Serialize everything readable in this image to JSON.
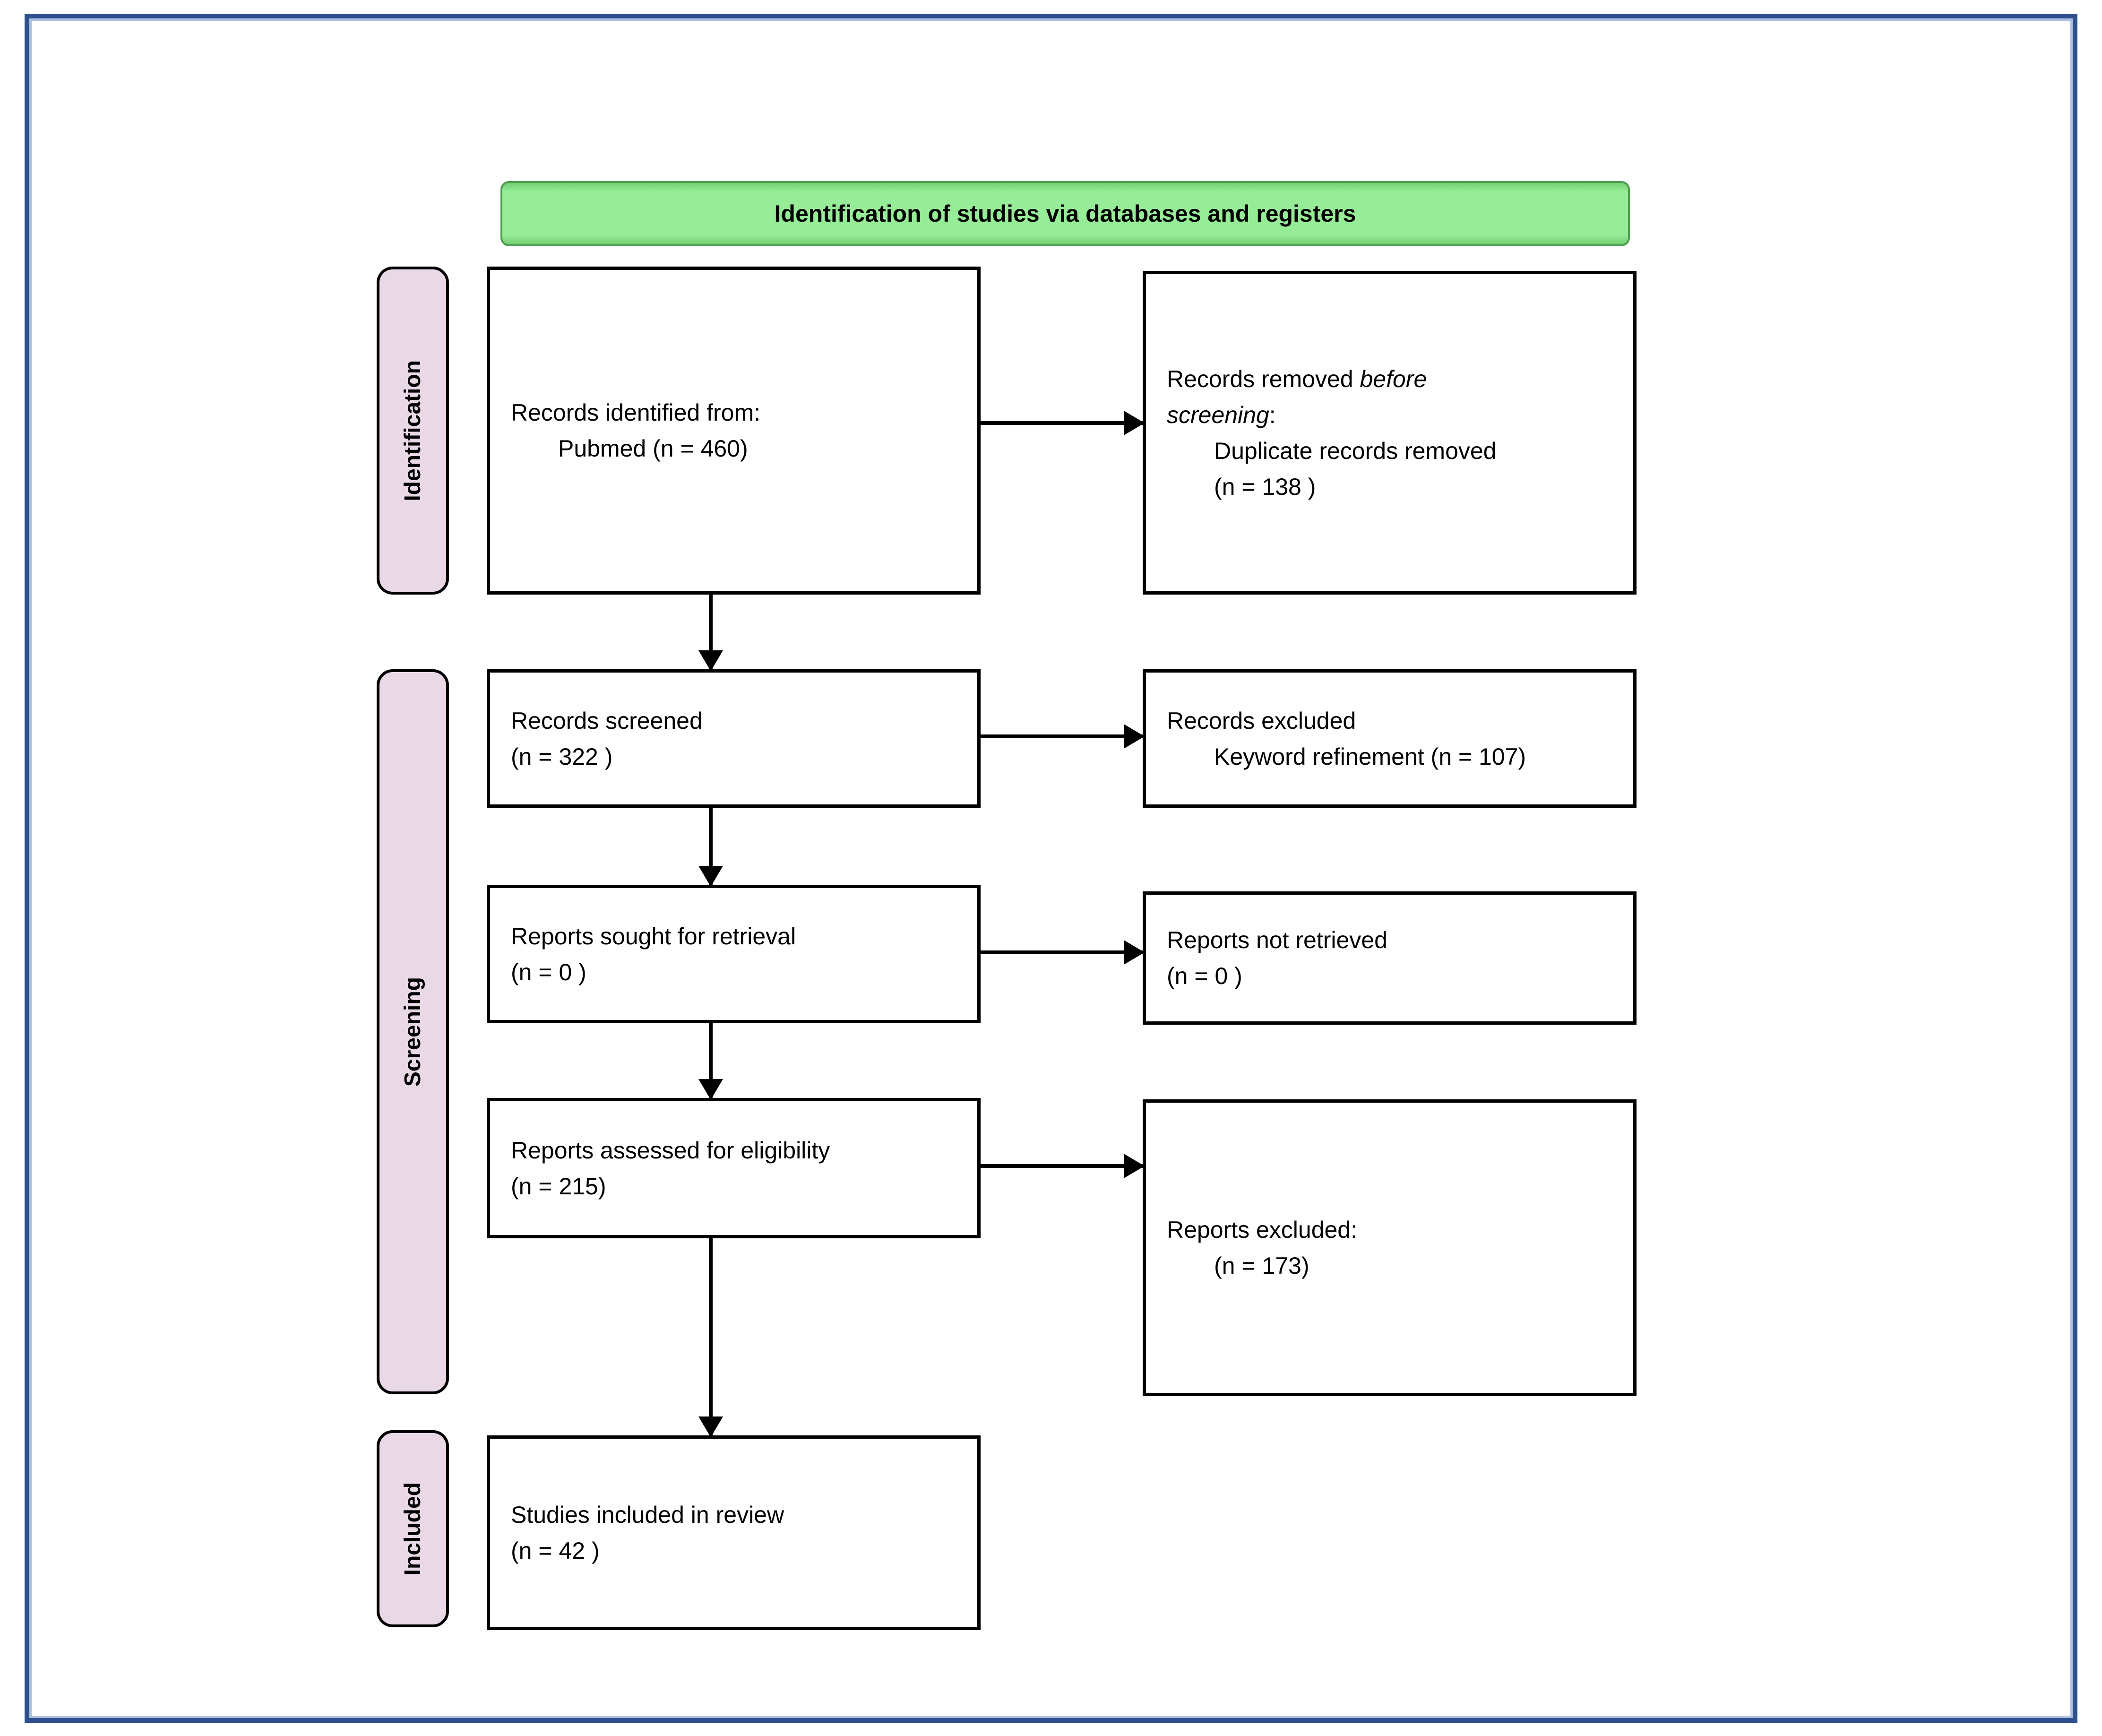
{
  "colors": {
    "frame_border": "#2d4f8e",
    "frame_inner_line": "#aebfe0",
    "header_fill": "#97ec97",
    "header_border": "#4f9d4f",
    "stage_fill": "#e9d9e7",
    "box_border": "#000000",
    "text": "#000000"
  },
  "header": {
    "label": "Identification of studies via databases and registers"
  },
  "stages": {
    "identification": {
      "label": "Identification"
    },
    "screening": {
      "label": "Screening"
    },
    "included": {
      "label": "Included"
    }
  },
  "boxes": {
    "records_identified": {
      "lines": [
        {
          "indent": 0,
          "segments": [
            {
              "text": "Records identified from:"
            }
          ]
        },
        {
          "indent": 1,
          "segments": [
            {
              "text": "Pubmed (n = 460)"
            }
          ]
        }
      ]
    },
    "records_removed": {
      "lines": [
        {
          "indent": 0,
          "segments": [
            {
              "text": "Records removed "
            },
            {
              "text": "before",
              "italic": true
            }
          ]
        },
        {
          "indent": 0,
          "segments": [
            {
              "text": "screening",
              "italic": true
            },
            {
              "text": ":"
            }
          ]
        },
        {
          "indent": 1,
          "segments": [
            {
              "text": "Duplicate records removed"
            }
          ]
        },
        {
          "indent": 1,
          "segments": [
            {
              "text": "(n = 138 )"
            }
          ]
        }
      ]
    },
    "records_screened": {
      "lines": [
        {
          "indent": 0,
          "segments": [
            {
              "text": "Records screened"
            }
          ]
        },
        {
          "indent": 0,
          "segments": [
            {
              "text": "(n = 322 )"
            }
          ]
        }
      ]
    },
    "records_excluded": {
      "lines": [
        {
          "indent": 0,
          "segments": [
            {
              "text": "Records excluded"
            }
          ]
        },
        {
          "indent": 1,
          "segments": [
            {
              "text": "Keyword refinement (n = 107)"
            }
          ]
        }
      ]
    },
    "reports_sought": {
      "lines": [
        {
          "indent": 0,
          "segments": [
            {
              "text": "Reports sought for retrieval"
            }
          ]
        },
        {
          "indent": 0,
          "segments": [
            {
              "text": "(n = 0 )"
            }
          ]
        }
      ]
    },
    "reports_not_retrieved": {
      "lines": [
        {
          "indent": 0,
          "segments": [
            {
              "text": "Reports not retrieved"
            }
          ]
        },
        {
          "indent": 0,
          "segments": [
            {
              "text": "(n = 0 )"
            }
          ]
        }
      ]
    },
    "reports_assessed": {
      "lines": [
        {
          "indent": 0,
          "segments": [
            {
              "text": "Reports assessed for eligibility"
            }
          ]
        },
        {
          "indent": 0,
          "segments": [
            {
              "text": "(n = 215)"
            }
          ]
        }
      ]
    },
    "reports_excluded": {
      "lines": [
        {
          "indent": 0,
          "segments": [
            {
              "text": "Reports excluded:"
            }
          ]
        },
        {
          "indent": 1,
          "segments": [
            {
              "text": "(n = 173)"
            }
          ]
        }
      ]
    },
    "studies_included": {
      "lines": [
        {
          "indent": 0,
          "segments": [
            {
              "text": "Studies included in review"
            }
          ]
        },
        {
          "indent": 0,
          "segments": [
            {
              "text": "(n = 42 )"
            }
          ]
        }
      ]
    }
  }
}
